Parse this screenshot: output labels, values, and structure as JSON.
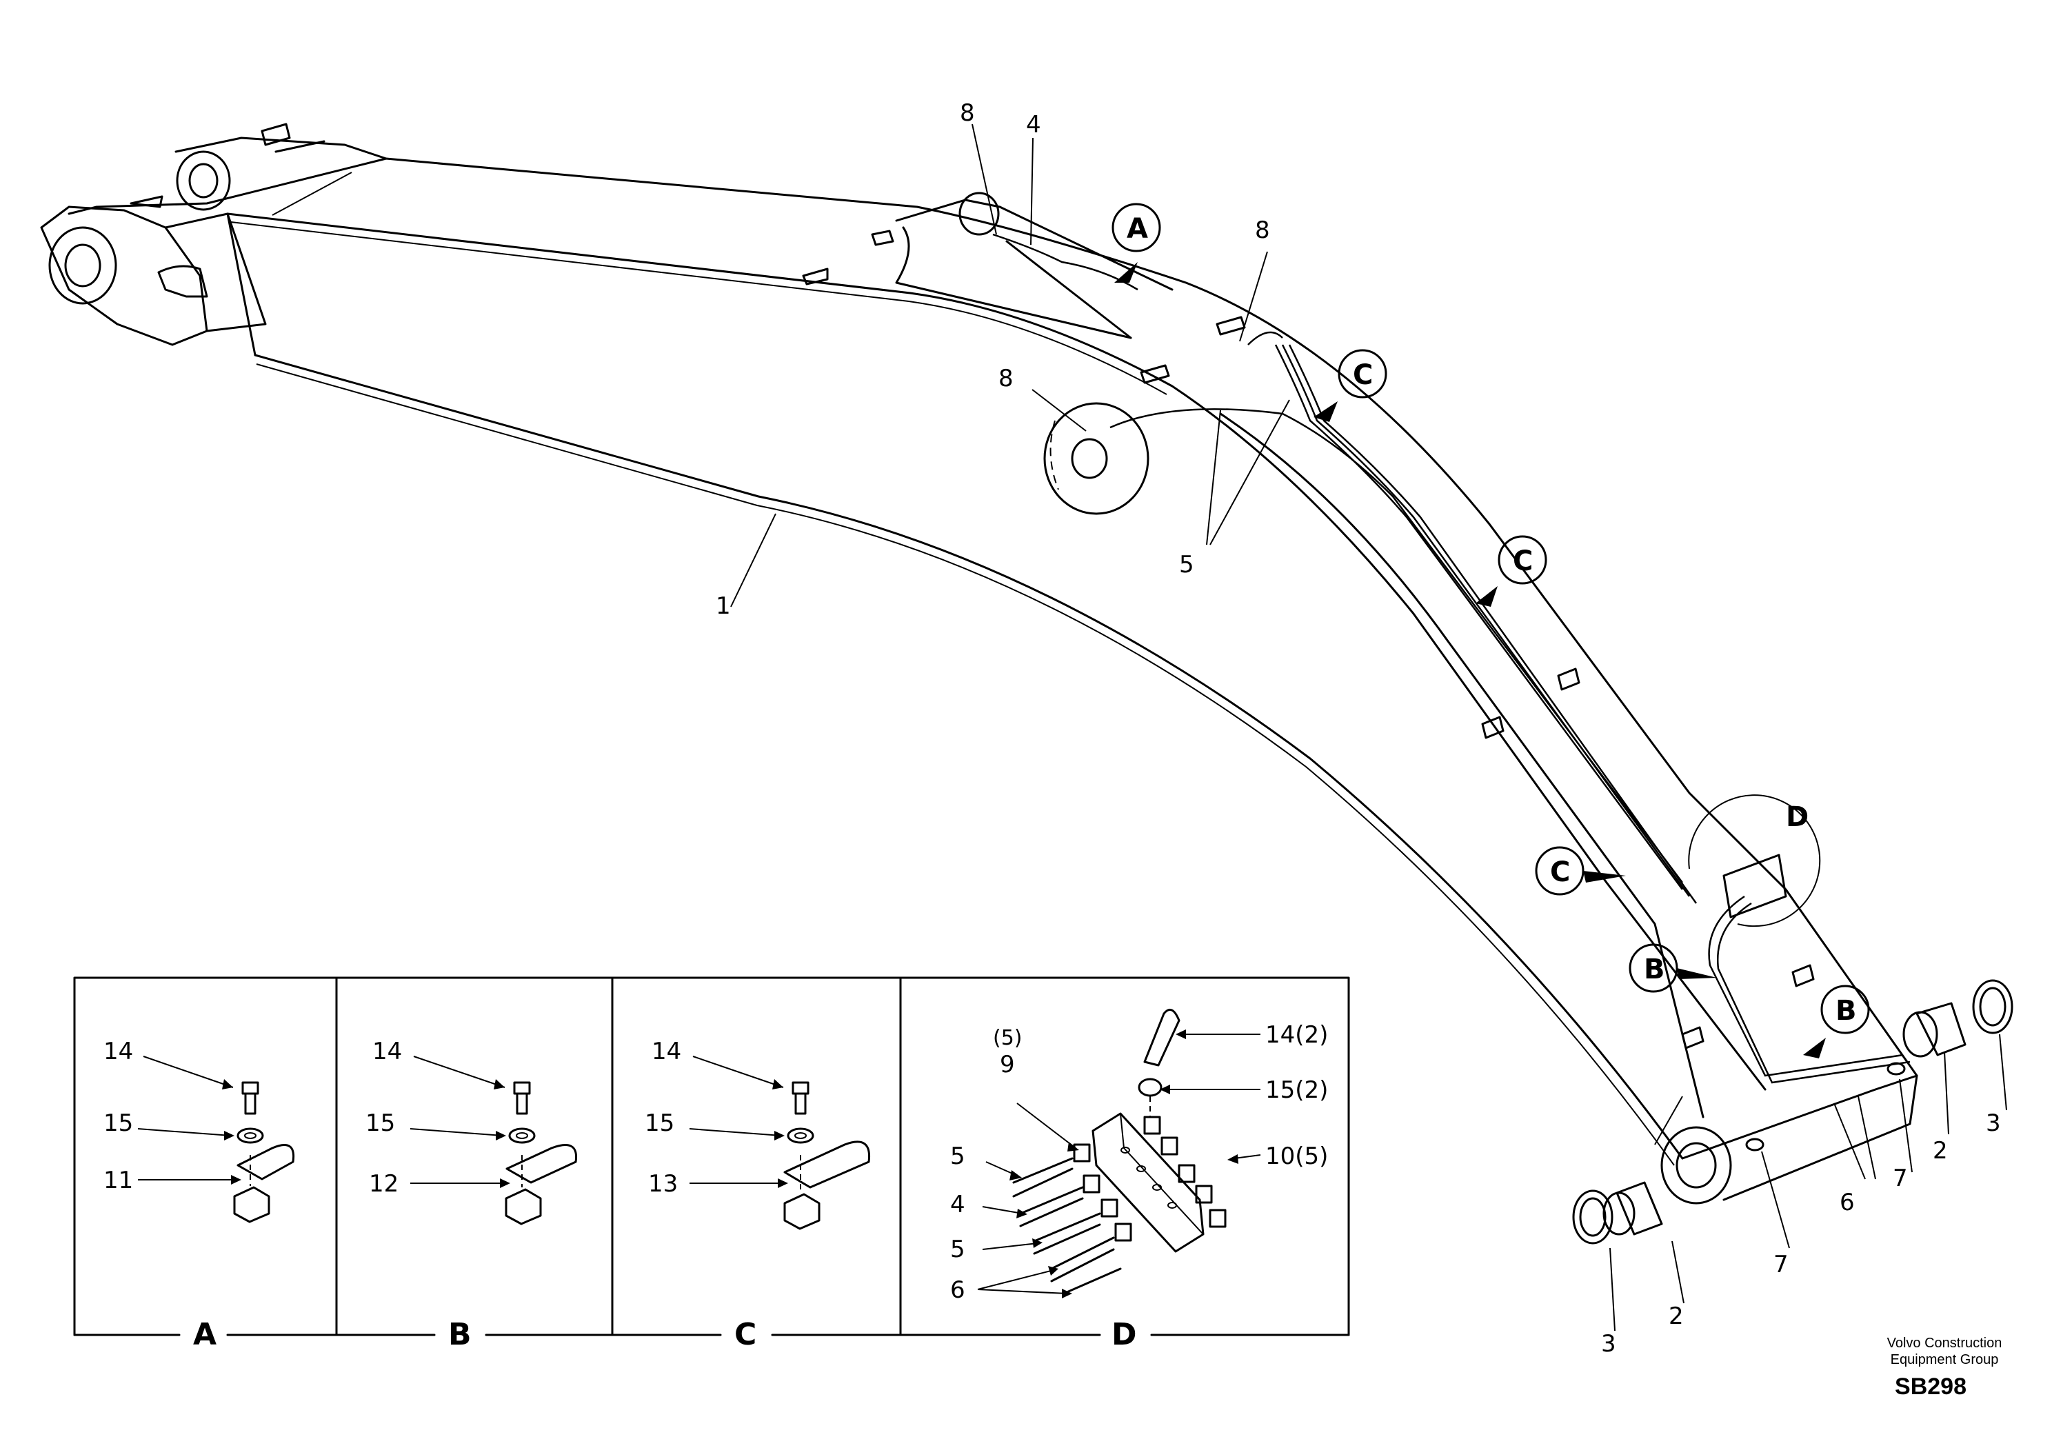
{
  "diagram": {
    "callouts": {
      "p1": "1",
      "p4": "4",
      "p5": "5",
      "p8a": "8",
      "p8b": "8",
      "p8c": "8",
      "p2a": "2",
      "p2b": "2",
      "p3a": "3",
      "p3b": "3",
      "p6": "6",
      "p7a": "7",
      "p7b": "7"
    },
    "bubbles": {
      "a": "A",
      "c1": "C",
      "c2": "C",
      "c3": "C",
      "b1": "B",
      "b2": "B",
      "d": "D"
    },
    "panels": [
      {
        "label": "A",
        "items": [
          "14",
          "15",
          "11"
        ]
      },
      {
        "label": "B",
        "items": [
          "14",
          "15",
          "12"
        ]
      },
      {
        "label": "C",
        "items": [
          "14",
          "15",
          "13"
        ]
      },
      {
        "label": "D",
        "items": [
          "(5)",
          "9",
          "14(2)",
          "15(2)",
          "10(5)",
          "5",
          "4",
          "5",
          "6"
        ]
      }
    ]
  },
  "footer": {
    "line1": "Volvo Construction",
    "line2": "Equipment Group",
    "code": "SB298"
  }
}
